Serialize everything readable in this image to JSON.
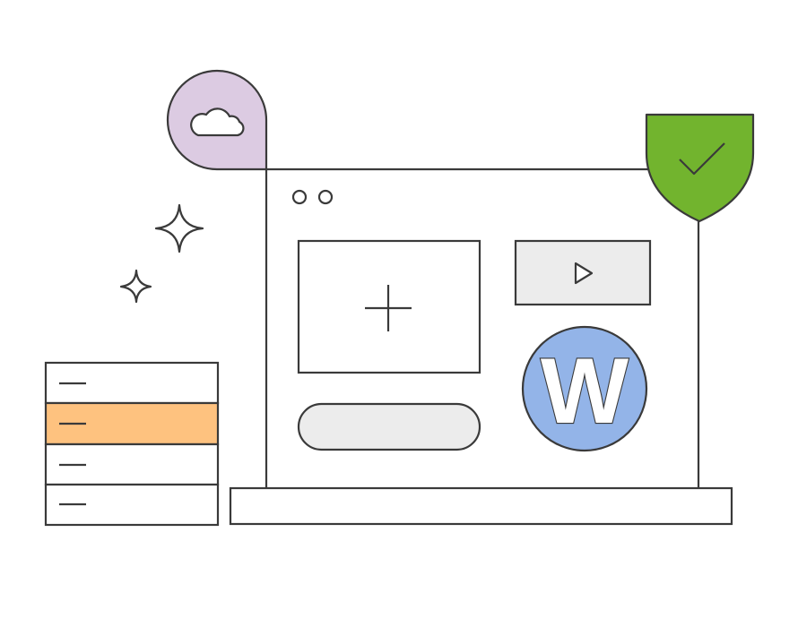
{
  "colors": {
    "outline": "#3a3a3a",
    "background": "#ffffff",
    "cloud_pin_fill": "#dccbe2",
    "shield_fill": "#72b42e",
    "highlight_row_fill": "#fec27f",
    "media_panel_fill": "#ececec",
    "logo_circle_fill": "#93b4e8"
  },
  "icons": {
    "cloud_pin": "cloud-icon",
    "shield": "shield-check-icon",
    "sparkle": "sparkle-icon",
    "add_image": "plus-icon",
    "play": "play-icon",
    "logo": "wordpress-logo-icon"
  },
  "logo": {
    "letter": "W"
  },
  "server_stack": {
    "rows": 4,
    "highlighted_row": 2
  }
}
